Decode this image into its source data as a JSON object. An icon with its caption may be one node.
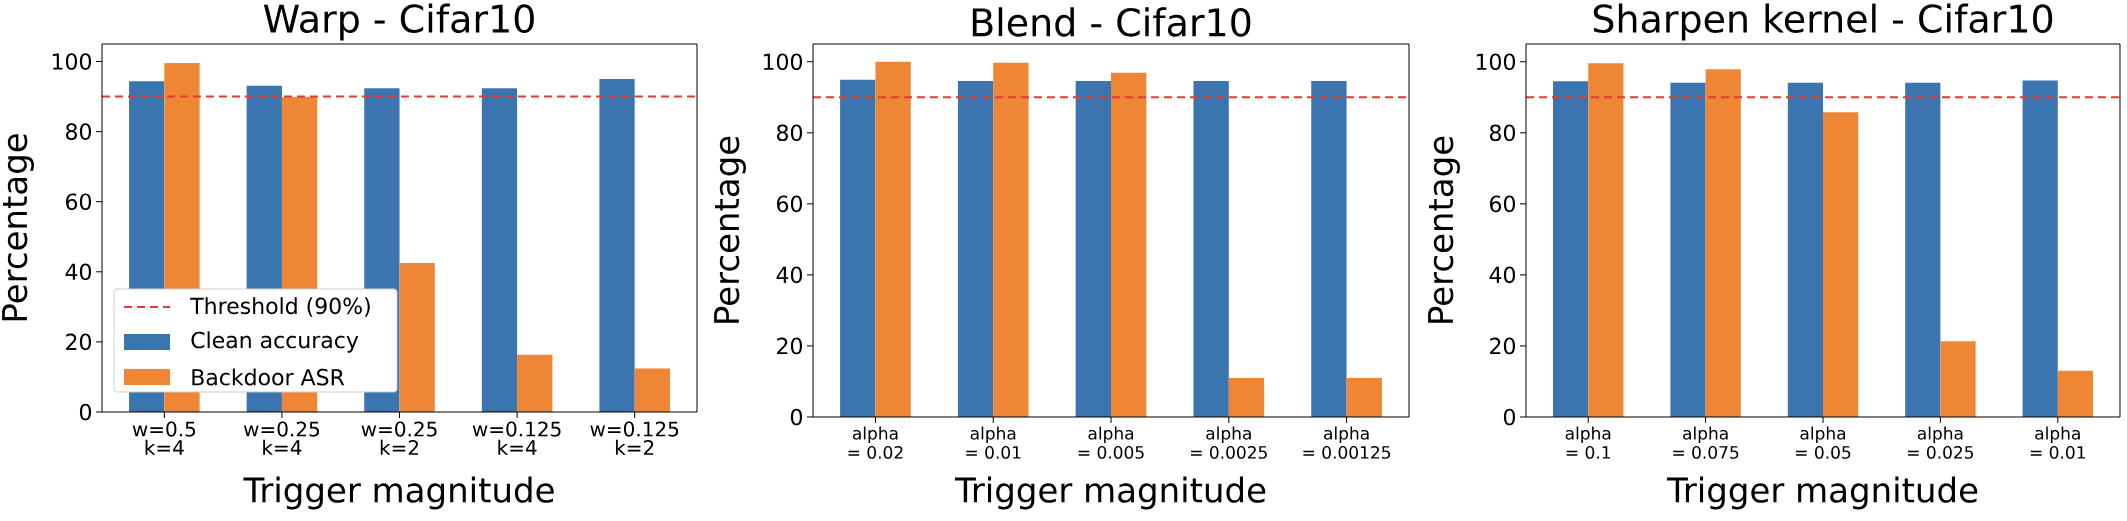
{
  "diagram": {
    "chart_data": [
      {
        "type": "bar",
        "title": "Warp - Cifar10",
        "xlabel": "Trigger magnitude",
        "ylabel": "Percentage",
        "categories": [
          [
            "w=0.5",
            "k=4"
          ],
          [
            "w=0.25",
            "k=4"
          ],
          [
            "w=0.25",
            "k=2"
          ],
          [
            "w=0.125",
            "k=4"
          ],
          [
            "w=0.125",
            "k=2"
          ]
        ],
        "series": [
          {
            "color": "#3a75af",
            "values": [
              94.4,
              93.1,
              92.4,
              92.4,
              95.0
            ]
          },
          {
            "color": "#ef8636",
            "values": [
              99.6,
              89.9,
              42.5,
              16.3,
              12.4
            ]
          }
        ],
        "ylim": [
          0,
          105
        ],
        "yticks": [
          0,
          20,
          40,
          60,
          80,
          100
        ],
        "ref_lines": [
          {
            "axis": "y",
            "value": 90
          }
        ]
      },
      {
        "type": "bar",
        "title": "Blend - Cifar10",
        "xlabel": "Trigger magnitude",
        "ylabel": "Percentage",
        "categories": [
          [
            "alpha",
            "= 0.02"
          ],
          [
            "alpha",
            "= 0.01"
          ],
          [
            "alpha",
            "= 0.005"
          ],
          [
            "alpha",
            "= 0.0025"
          ],
          [
            "alpha",
            "= 0.00125"
          ]
        ],
        "series": [
          {
            "color": "#3a75af",
            "values": [
              94.9,
              94.6,
              94.6,
              94.6,
              94.6
            ]
          },
          {
            "color": "#ef8636",
            "values": [
              100.0,
              99.7,
              96.9,
              11.0,
              11.0
            ]
          }
        ],
        "ylim": [
          0,
          105
        ],
        "yticks": [
          0,
          20,
          40,
          60,
          80,
          100
        ],
        "ref_lines": [
          {
            "axis": "y",
            "value": 90
          }
        ]
      },
      {
        "type": "bar",
        "title": "Sharpen kernel - Cifar10",
        "xlabel": "Trigger magnitude",
        "ylabel": "Percentage",
        "categories": [
          [
            "alpha",
            "= 0.1"
          ],
          [
            "alpha",
            "= 0.075"
          ],
          [
            "alpha",
            "= 0.05"
          ],
          [
            "alpha",
            "= 0.025"
          ],
          [
            "alpha",
            "= 0.01"
          ]
        ],
        "series": [
          {
            "color": "#3a75af",
            "values": [
              94.5,
              94.1,
              94.1,
              94.1,
              94.7
            ]
          },
          {
            "color": "#ef8636",
            "values": [
              99.6,
              97.9,
              85.8,
              21.3,
              13.0
            ]
          }
        ],
        "ylim": [
          0,
          105
        ],
        "yticks": [
          0,
          20,
          40,
          60,
          80,
          100
        ],
        "ref_lines": [
          {
            "axis": "y",
            "value": 90
          }
        ]
      }
    ],
    "legend": [
      {
        "text": "Threshold (90%)"
      },
      {
        "text": "Clean accuracy",
        "color": "#3a75af"
      },
      {
        "text": "Backdoor ASR",
        "color": "#ef8636"
      }
    ]
  }
}
